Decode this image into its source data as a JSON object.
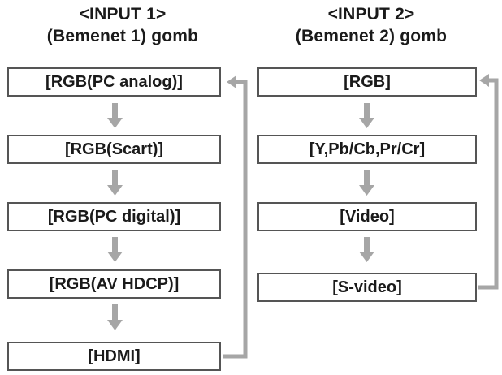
{
  "columns": [
    {
      "title_line1": "<INPUT 1>",
      "title_line2": "(Bemenet 1) gomb",
      "items": [
        "[RGB(PC analog)]",
        "[RGB(Scart)]",
        "[RGB(PC digital)]",
        "[RGB(AV HDCP)]",
        "[HDMI]"
      ]
    },
    {
      "title_line1": "<INPUT 2>",
      "title_line2": "(Bemenet 2) gomb",
      "items": [
        "[RGB]",
        "[Y,Pb/Cb,Pr/Cr]",
        "[Video]",
        "[S-video]"
      ]
    }
  ],
  "colors": {
    "arrow": "#a6a6a6",
    "box_border": "#555555",
    "text": "#1a1a1a"
  }
}
